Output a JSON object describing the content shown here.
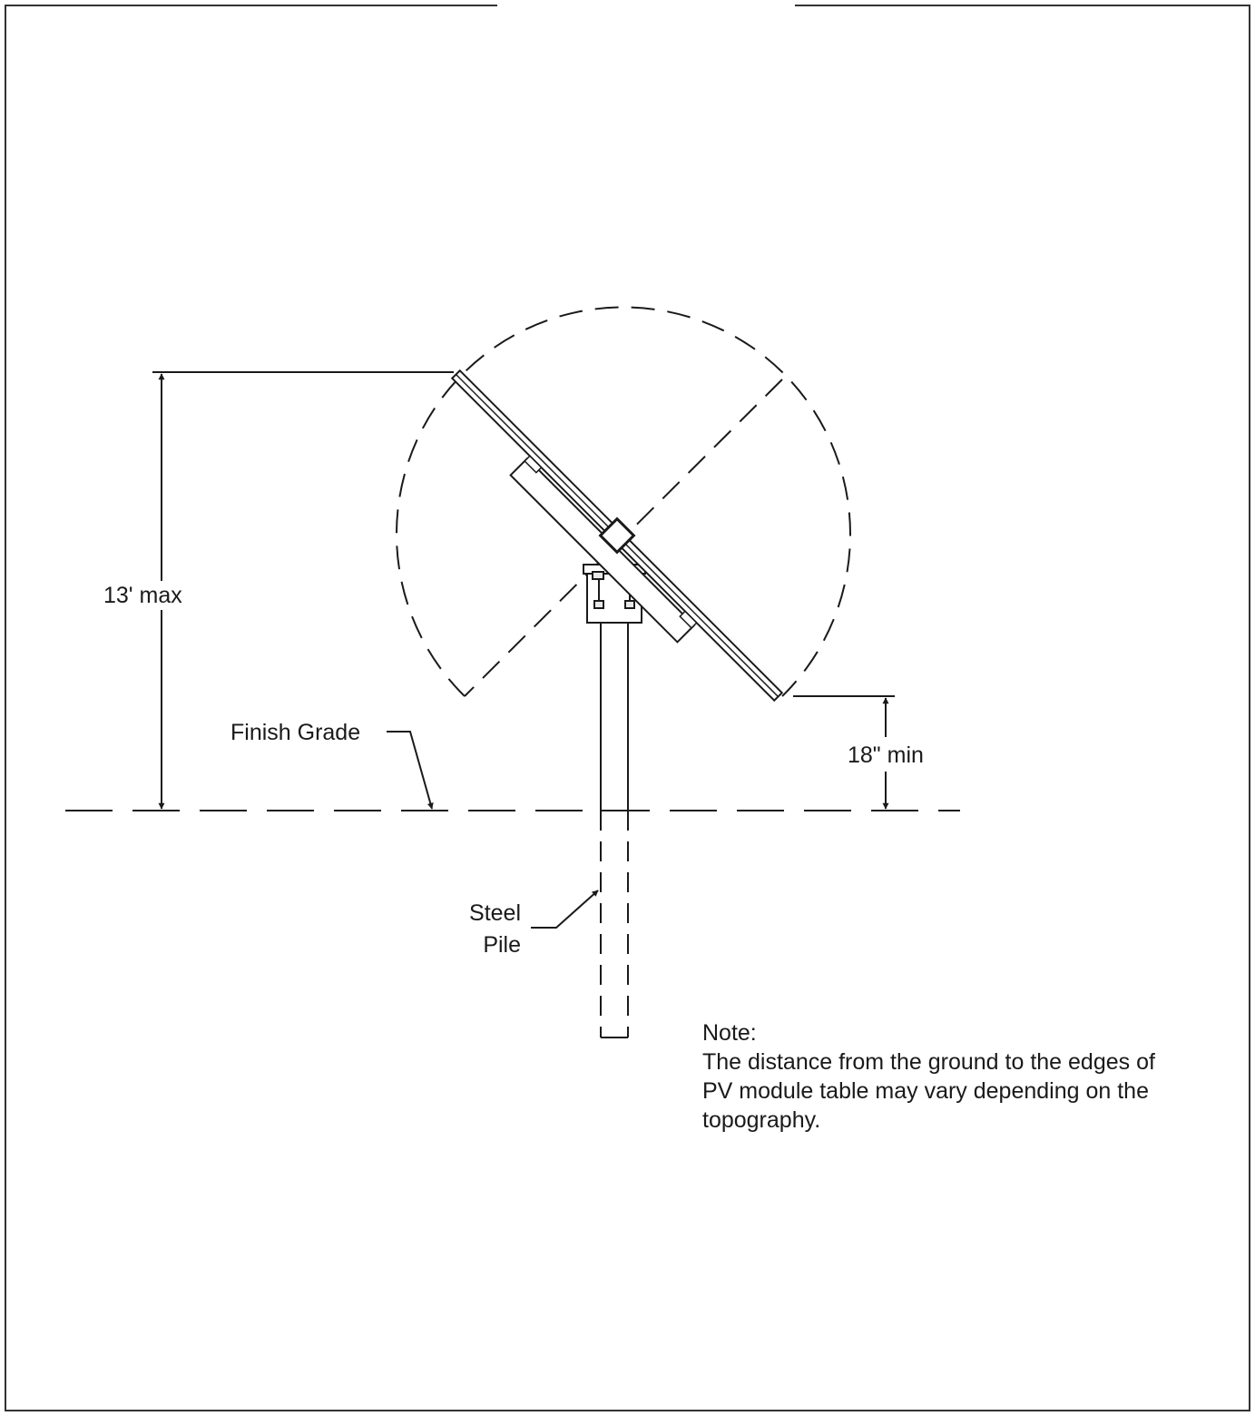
{
  "labels": {
    "height_max": "13' max",
    "finish_grade": "Finish Grade",
    "clearance_min": "18\" min",
    "steel_pile_line1": "Steel",
    "steel_pile_line2": "Pile"
  },
  "note": {
    "heading": "Note:",
    "lines": [
      "The distance from the ground to the edges of",
      "PV module table may vary depending on the",
      "topography."
    ]
  }
}
